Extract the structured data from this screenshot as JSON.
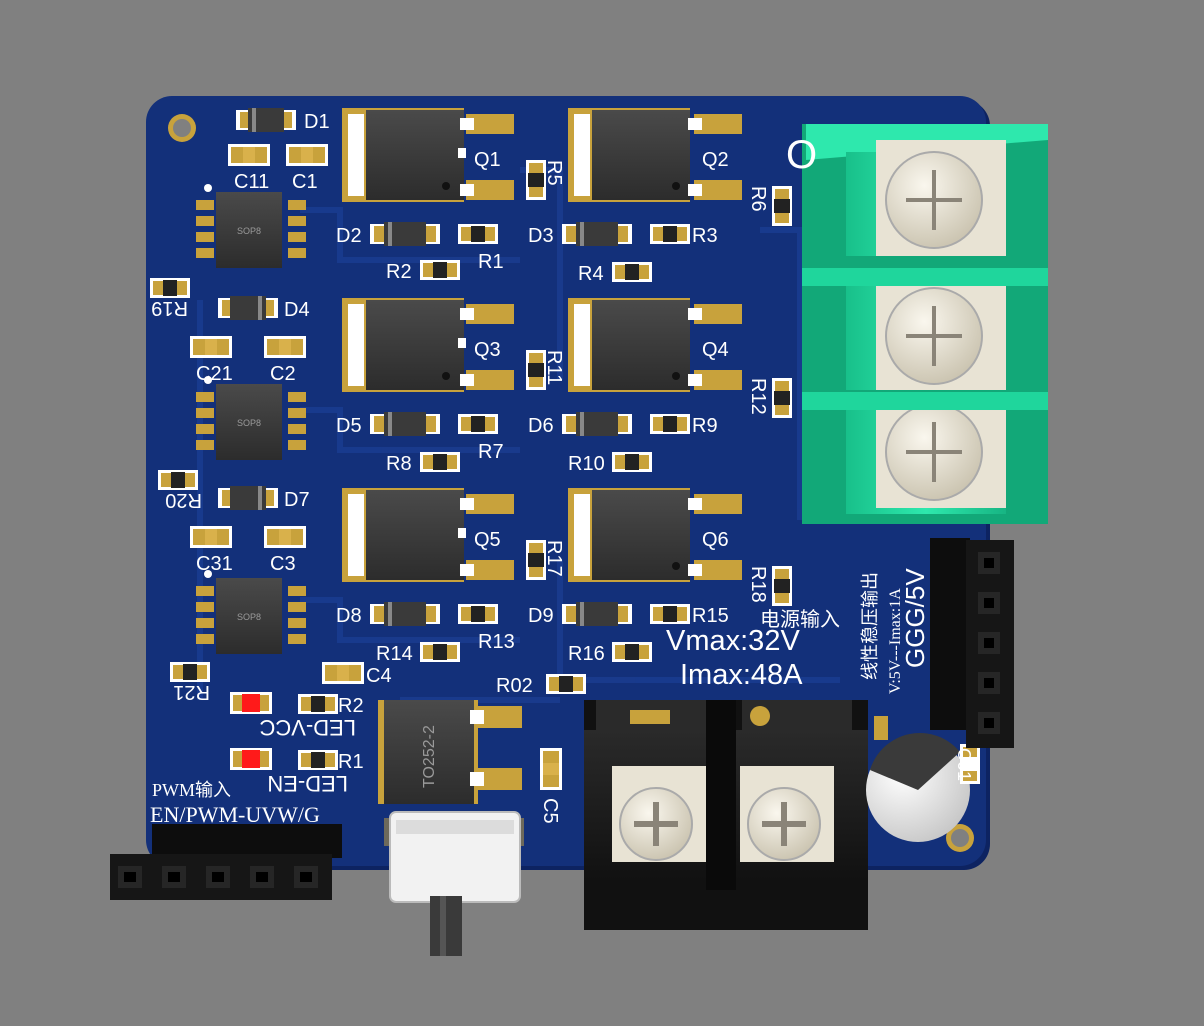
{
  "colors": {
    "background": "#808080",
    "board": "#13307a",
    "board_edge": "#0d2361",
    "trace": "#1a3c8f",
    "pad": "#c8a23c",
    "silk": "#ffffff",
    "chip": "#3a3a3a",
    "chip_dark": "#1e1e1e",
    "terminal_green": "#1fd69c",
    "terminal_green_dark": "#12a878",
    "screw": "#e6e1d2",
    "terminal_black": "#1c1c1c",
    "led_red": "#ff1a1a",
    "header_black": "#161616"
  },
  "mosfets": [
    {
      "label": "Q1"
    },
    {
      "label": "Q2"
    },
    {
      "label": "Q3"
    },
    {
      "label": "Q4"
    },
    {
      "label": "Q5"
    },
    {
      "label": "Q6"
    }
  ],
  "diodes": [
    {
      "label": "D1"
    },
    {
      "label": "D2"
    },
    {
      "label": "D3"
    },
    {
      "label": "D4"
    },
    {
      "label": "D5"
    },
    {
      "label": "D6"
    },
    {
      "label": "D7"
    },
    {
      "label": "D8"
    },
    {
      "label": "D9"
    }
  ],
  "resistors": [
    {
      "label": "R1"
    },
    {
      "label": "R2"
    },
    {
      "label": "R3"
    },
    {
      "label": "R4"
    },
    {
      "label": "R5"
    },
    {
      "label": "R6"
    },
    {
      "label": "R7"
    },
    {
      "label": "R8"
    },
    {
      "label": "R9"
    },
    {
      "label": "R10"
    },
    {
      "label": "R11"
    },
    {
      "label": "R12"
    },
    {
      "label": "R13"
    },
    {
      "label": "R14"
    },
    {
      "label": "R15"
    },
    {
      "label": "R16"
    },
    {
      "label": "R17"
    },
    {
      "label": "R18"
    },
    {
      "label": "R19"
    },
    {
      "label": "R20"
    },
    {
      "label": "R21"
    },
    {
      "label": "R02"
    },
    {
      "label": "R2"
    },
    {
      "label": "R1"
    }
  ],
  "capacitors": [
    {
      "label": "C11"
    },
    {
      "label": "C1"
    },
    {
      "label": "C21"
    },
    {
      "label": "C2"
    },
    {
      "label": "C31"
    },
    {
      "label": "C3"
    },
    {
      "label": "C4"
    },
    {
      "label": "C5"
    },
    {
      "label": "C01"
    }
  ],
  "drivers": [
    {
      "label": "SOP8"
    },
    {
      "label": "SOP8"
    },
    {
      "label": "SOP8"
    }
  ],
  "regulator": {
    "label": "TO252-2"
  },
  "leds": [
    {
      "label": "LED-VCC"
    },
    {
      "label": "LED-EN"
    }
  ],
  "power_input": {
    "title": "电源输入",
    "vmax": "Vmax:32V",
    "imax": "Imax:48A"
  },
  "output_terminal": {
    "label": "O"
  },
  "linear_output": {
    "title": "线性稳压输出",
    "spec": "V:5V---Imax:1A",
    "pins": "GGG/5V"
  },
  "pwm_input": {
    "title": "PWM输入",
    "pins": "EN/PWM-UVW/G"
  }
}
